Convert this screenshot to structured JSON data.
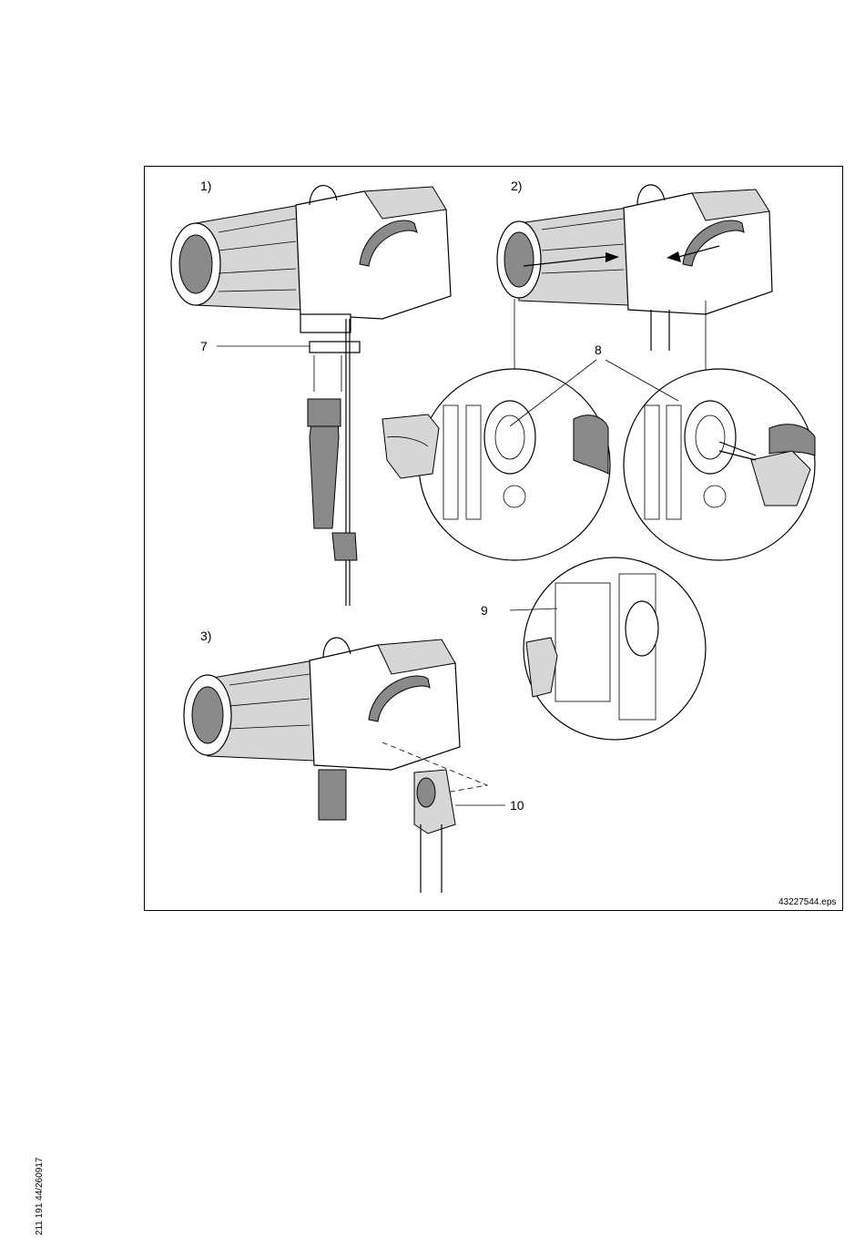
{
  "figure": {
    "steps": [
      "1)",
      "2)",
      "3)"
    ],
    "callouts": [
      "7",
      "8",
      "9",
      "10"
    ],
    "file_ref": "43227544.eps"
  },
  "footer": {
    "doc_id": "211 191 44/260917"
  }
}
